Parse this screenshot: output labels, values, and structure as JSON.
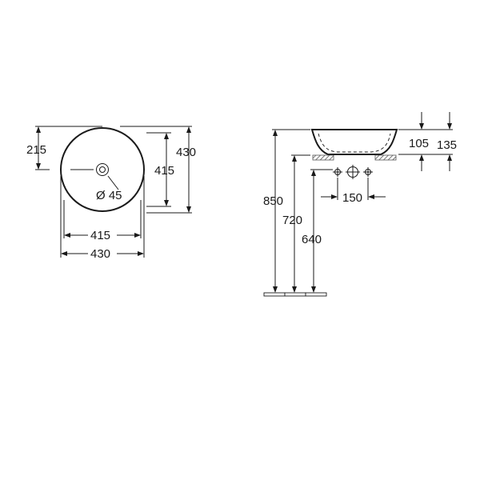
{
  "top_view": {
    "height_offset": "215",
    "inner_height": "415",
    "outer_height": "430",
    "drain_diameter": "Ø 45",
    "inner_width": "415",
    "outer_width": "430"
  },
  "side_view": {
    "total_height": "850",
    "counter_height": "720",
    "drain_height": "640",
    "bowl_height": "105",
    "overall_height": "135",
    "tap_spacing": "150"
  },
  "colors": {
    "line": "#1a1a1a",
    "hatch": "#555555",
    "background": "#ffffff"
  }
}
